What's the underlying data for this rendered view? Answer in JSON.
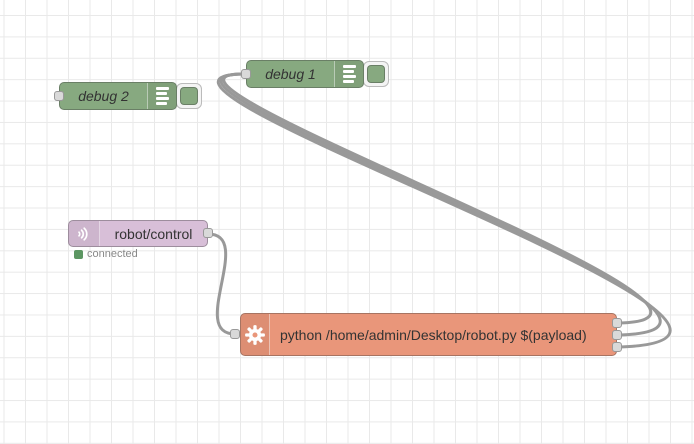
{
  "app": "flow-editor-canvas",
  "colors": {
    "grid": "#e9e9e9",
    "wire": "#999999",
    "debug": "#87a980",
    "mqtt": "#d8bfd8",
    "exec": "#e9967a",
    "label": "#333333",
    "status_text": "#888888",
    "status_ok": "#5c9662",
    "port_fill": "#d9d9d9",
    "port_border": "#999999"
  },
  "nodes": {
    "debug2": {
      "type": "debug",
      "label": "debug 2",
      "icon": "list-icon",
      "button": "debug-enable-toggle"
    },
    "debug1": {
      "type": "debug",
      "label": "debug 1",
      "icon": "list-icon",
      "button": "debug-enable-toggle"
    },
    "mqtt_in": {
      "type": "mqtt in",
      "label": "robot/control",
      "icon": "signal-icon",
      "status": {
        "text": "connected",
        "state": "ok"
      }
    },
    "exec": {
      "type": "exec",
      "label": "python /home/admin/Desktop/robot.py $(payload)",
      "icon": "gear-icon",
      "outputs": 3
    }
  },
  "wires": [
    {
      "from": "mqtt_in output",
      "to": "exec input"
    },
    {
      "from": "exec output 1",
      "to": "debug1 input"
    },
    {
      "from": "exec output 2",
      "to": "debug1 input"
    },
    {
      "from": "exec output 3",
      "to": "debug1 input"
    }
  ]
}
